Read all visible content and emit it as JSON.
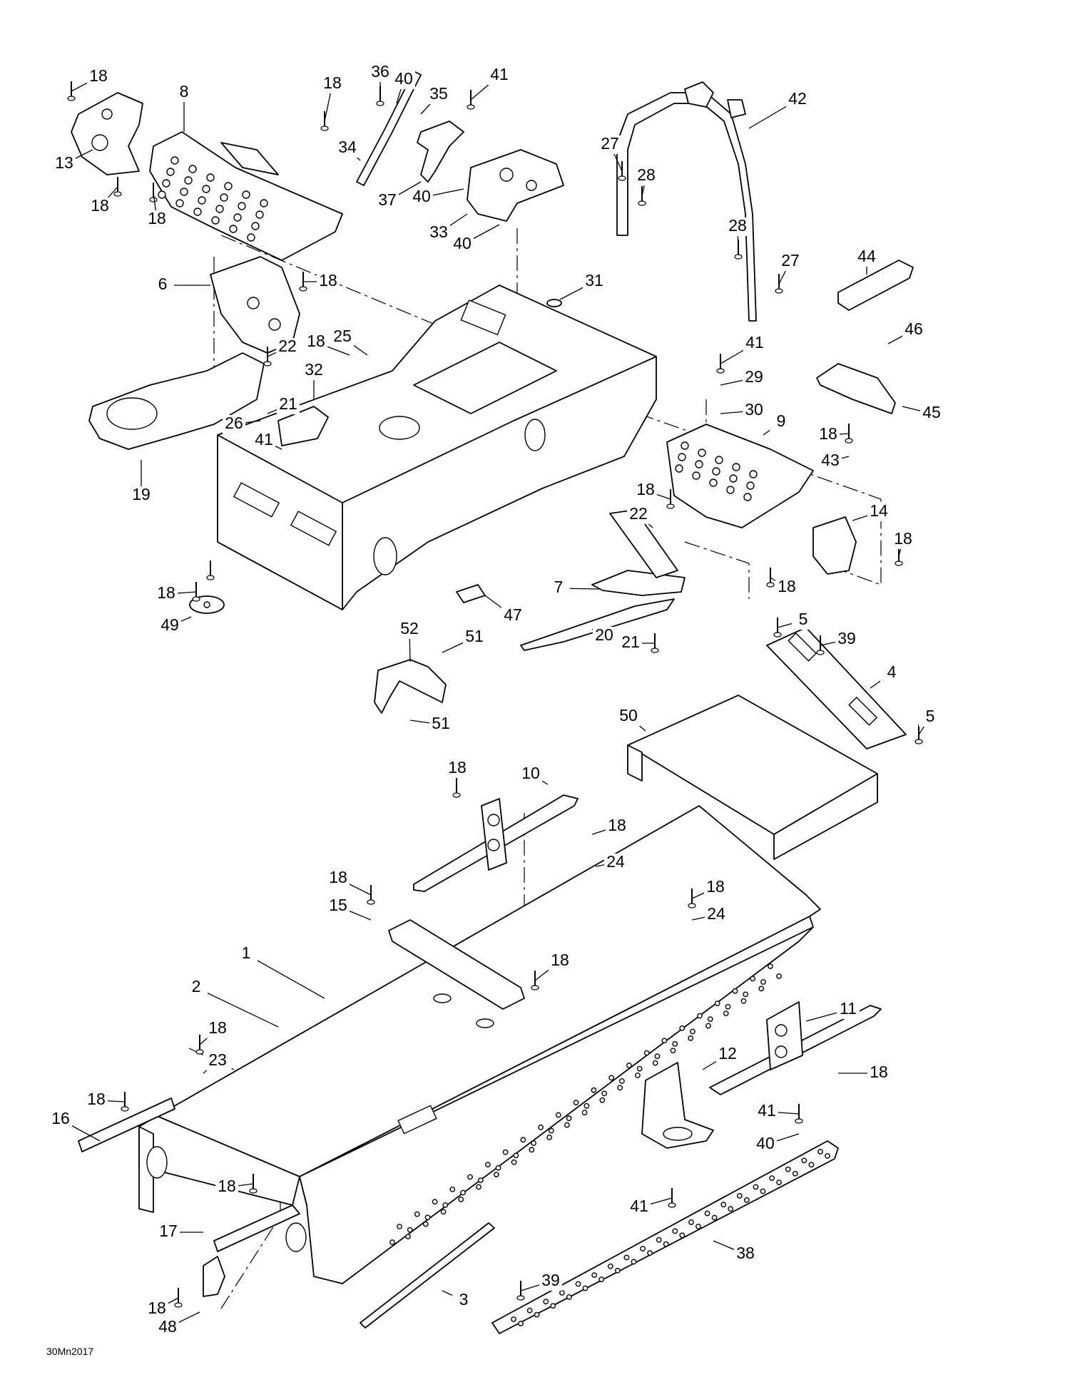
{
  "drawing_code": "30Mn2017",
  "callouts": [
    {
      "n": "18"
    },
    {
      "n": "8"
    },
    {
      "n": "13"
    },
    {
      "n": "18"
    },
    {
      "n": "18"
    },
    {
      "n": "18"
    },
    {
      "n": "36"
    },
    {
      "n": "40"
    },
    {
      "n": "35"
    },
    {
      "n": "34"
    },
    {
      "n": "37"
    },
    {
      "n": "41"
    },
    {
      "n": "40"
    },
    {
      "n": "33"
    },
    {
      "n": "40"
    },
    {
      "n": "42"
    },
    {
      "n": "27"
    },
    {
      "n": "28"
    },
    {
      "n": "28"
    },
    {
      "n": "27"
    },
    {
      "n": "44"
    },
    {
      "n": "46"
    },
    {
      "n": "45"
    },
    {
      "n": "18"
    },
    {
      "n": "43"
    },
    {
      "n": "6"
    },
    {
      "n": "18"
    },
    {
      "n": "31"
    },
    {
      "n": "22"
    },
    {
      "n": "18"
    },
    {
      "n": "25"
    },
    {
      "n": "32"
    },
    {
      "n": "21"
    },
    {
      "n": "26"
    },
    {
      "n": "41"
    },
    {
      "n": "19"
    },
    {
      "n": "41"
    },
    {
      "n": "29"
    },
    {
      "n": "30"
    },
    {
      "n": "9"
    },
    {
      "n": "18"
    },
    {
      "n": "22"
    },
    {
      "n": "14"
    },
    {
      "n": "18"
    },
    {
      "n": "18"
    },
    {
      "n": "7"
    },
    {
      "n": "18"
    },
    {
      "n": "49"
    },
    {
      "n": "47"
    },
    {
      "n": "52"
    },
    {
      "n": "51"
    },
    {
      "n": "51"
    },
    {
      "n": "20"
    },
    {
      "n": "21"
    },
    {
      "n": "5"
    },
    {
      "n": "39"
    },
    {
      "n": "4"
    },
    {
      "n": "50"
    },
    {
      "n": "5"
    },
    {
      "n": "18"
    },
    {
      "n": "10"
    },
    {
      "n": "18"
    },
    {
      "n": "24"
    },
    {
      "n": "18"
    },
    {
      "n": "15"
    },
    {
      "n": "18"
    },
    {
      "n": "24"
    },
    {
      "n": "1"
    },
    {
      "n": "18"
    },
    {
      "n": "2"
    },
    {
      "n": "18"
    },
    {
      "n": "23"
    },
    {
      "n": "11"
    },
    {
      "n": "12"
    },
    {
      "n": "18"
    },
    {
      "n": "18"
    },
    {
      "n": "16"
    },
    {
      "n": "41"
    },
    {
      "n": "40"
    },
    {
      "n": "18"
    },
    {
      "n": "17"
    },
    {
      "n": "41"
    },
    {
      "n": "38"
    },
    {
      "n": "39"
    },
    {
      "n": "3"
    },
    {
      "n": "18"
    },
    {
      "n": "48"
    }
  ]
}
